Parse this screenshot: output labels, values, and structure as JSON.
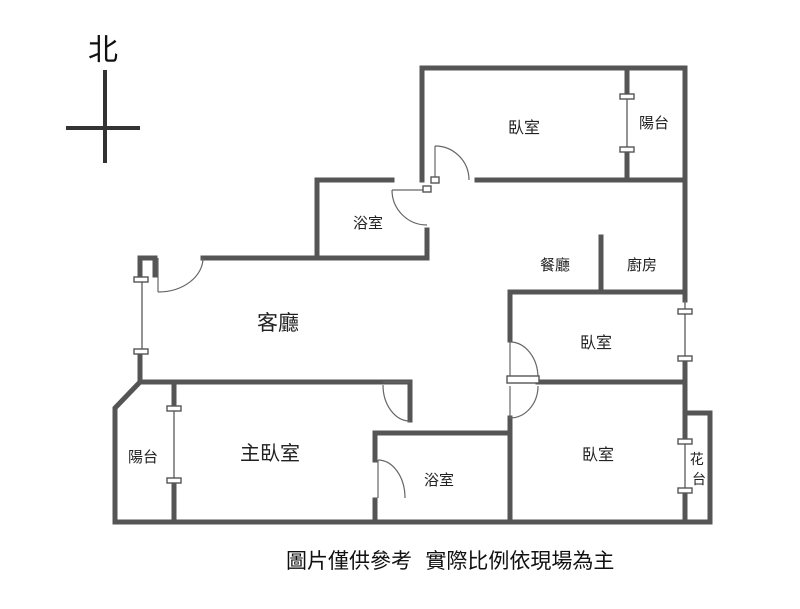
{
  "compass": {
    "north_label": "北"
  },
  "rooms": {
    "bedroom_top": "臥室",
    "balcony_top": "陽台",
    "bath_top": "浴室",
    "dining": "餐廳",
    "kitchen": "廚房",
    "living": "客廳",
    "bedroom_mid": "臥室",
    "balcony_left": "陽台",
    "master_bedroom": "主臥室",
    "bath_bottom": "浴室",
    "bedroom_bottom": "臥室",
    "planter": "花台"
  },
  "caption": "圖片僅供參考  實際比例依現場為主"
}
